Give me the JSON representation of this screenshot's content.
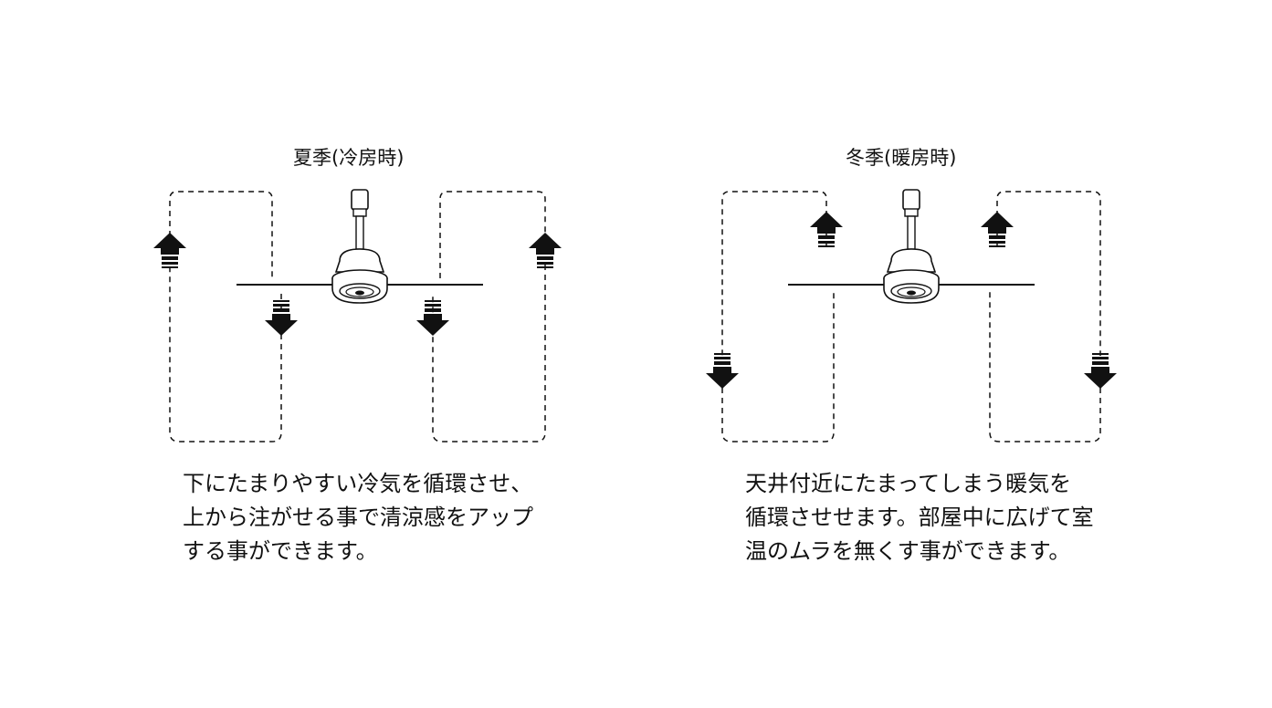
{
  "summer": {
    "title": "夏季(冷房時)",
    "caption": [
      "下にたまりやすい冷気を循環させ、",
      "上から注がせる事で清涼感をアップ",
      "する事ができます。"
    ]
  },
  "winter": {
    "title": "冬季(暖房時)",
    "caption": [
      "天井付近にたまってしまう暖気を",
      "循環させせます。部屋中に広げて室",
      "温のムラを無くす事ができます。"
    ]
  }
}
